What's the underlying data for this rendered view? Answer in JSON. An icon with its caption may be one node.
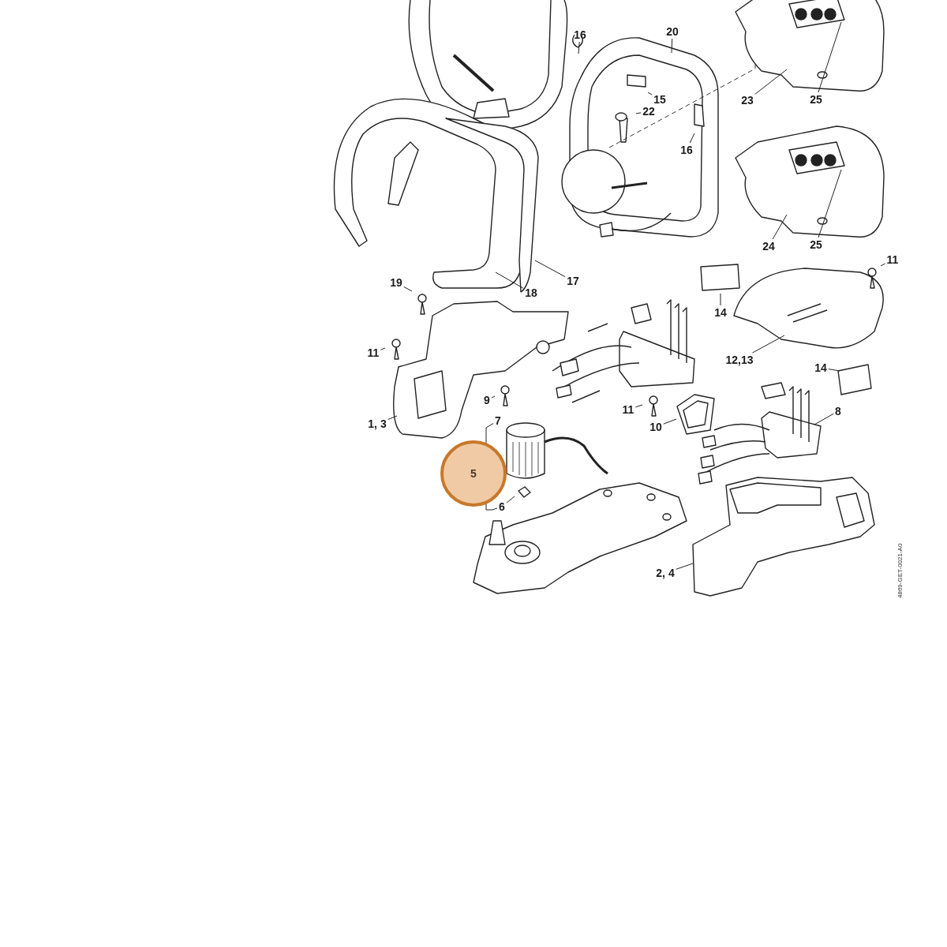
{
  "diagram": {
    "nodes": [
      {
        "text": [
          "16"
        ]
      },
      {
        "text": [
          "20"
        ]
      },
      {
        "text": [
          "15"
        ]
      },
      {
        "text": [
          "22"
        ]
      },
      {
        "text": [
          "16"
        ]
      },
      {
        "text": [
          "23"
        ]
      },
      {
        "text": [
          "25"
        ]
      },
      {
        "text": [
          "24"
        ]
      },
      {
        "text": [
          "25"
        ]
      },
      {
        "text": [
          "11"
        ]
      },
      {
        "text": [
          "19"
        ]
      },
      {
        "text": [
          "18"
        ]
      },
      {
        "text": [
          "17"
        ]
      },
      {
        "text": [
          "14"
        ]
      },
      {
        "text": [
          "11"
        ]
      },
      {
        "text": [
          "12,13"
        ]
      },
      {
        "text": [
          "14"
        ]
      },
      {
        "text": [
          "9"
        ]
      },
      {
        "text": [
          "7"
        ]
      },
      {
        "text": [
          "11"
        ]
      },
      {
        "text": [
          "1, 3"
        ]
      },
      {
        "text": [
          "10"
        ]
      },
      {
        "text": [
          "8"
        ]
      },
      {
        "text": [
          "5"
        ]
      },
      {
        "text": [
          "6"
        ]
      },
      {
        "text": [
          "2, 4"
        ]
      }
    ],
    "edges": [
      {
        "from": 0,
        "to": null,
        "arrow": "none"
      },
      {
        "from": 1,
        "to": null,
        "arrow": "none"
      },
      {
        "from": 2,
        "to": null,
        "arrow": "none"
      },
      {
        "from": 3,
        "to": null,
        "arrow": "none"
      },
      {
        "from": 4,
        "to": null,
        "arrow": "none"
      },
      {
        "from": 5,
        "to": null,
        "arrow": "none"
      },
      {
        "from": 6,
        "to": null,
        "arrow": "none"
      },
      {
        "from": 7,
        "to": null,
        "arrow": "none"
      },
      {
        "from": 8,
        "to": null,
        "arrow": "none"
      },
      {
        "from": 9,
        "to": null,
        "arrow": "none"
      },
      {
        "from": 10,
        "to": null,
        "arrow": "none"
      },
      {
        "from": 11,
        "to": null,
        "arrow": "none"
      },
      {
        "from": 12,
        "to": null,
        "arrow": "none"
      },
      {
        "from": 13,
        "to": null,
        "arrow": "none"
      },
      {
        "from": 14,
        "to": null,
        "arrow": "none"
      },
      {
        "from": 15,
        "to": null,
        "arrow": "none"
      },
      {
        "from": 16,
        "to": null,
        "arrow": "none"
      },
      {
        "from": 17,
        "to": null,
        "arrow": "none"
      },
      {
        "from": 18,
        "to": 24,
        "arrow": "none"
      },
      {
        "from": 19,
        "to": null,
        "arrow": "none"
      },
      {
        "from": 20,
        "to": null,
        "arrow": "none"
      },
      {
        "from": 21,
        "to": null,
        "arrow": "none"
      },
      {
        "from": 22,
        "to": null,
        "arrow": "none"
      },
      {
        "from": 23,
        "to": null,
        "arrow": "none"
      },
      {
        "from": 24,
        "to": null,
        "arrow": "none"
      },
      {
        "from": 25,
        "to": null,
        "arrow": "none"
      }
    ],
    "labels": [
      "4869-GET-0021-A0"
    ]
  }
}
